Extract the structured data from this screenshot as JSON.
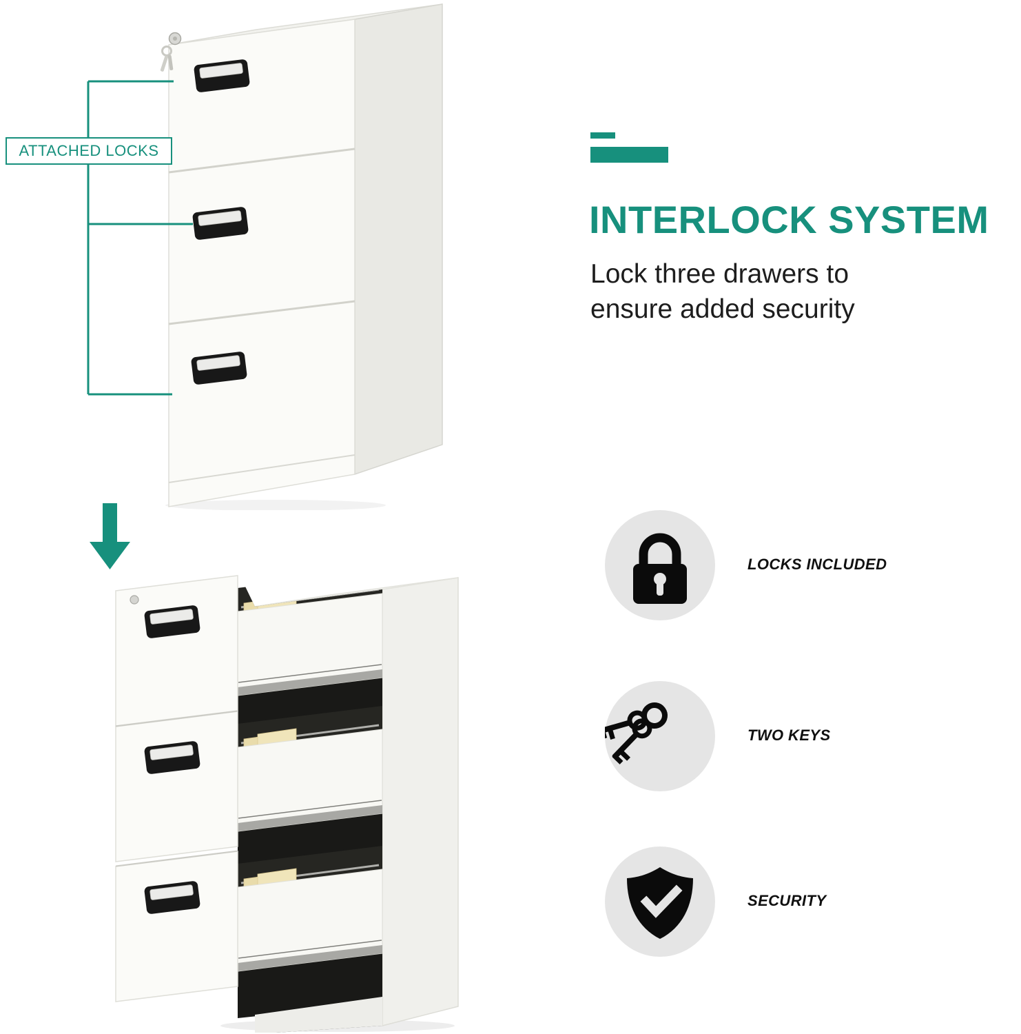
{
  "colors": {
    "accent": "#17907D",
    "feature_circle": "#E5E5E5",
    "icon": "#0B0B0B",
    "text": "#1D1D1D"
  },
  "left_panel": {
    "attached_locks_label": "ATTACHED LOCKS",
    "icons": [
      "down-arrow-icon",
      "lock-with-keys-icon"
    ]
  },
  "right_panel": {
    "heading": "INTERLOCK SYSTEM",
    "description": [
      "Lock three drawers to",
      "ensure added security"
    ],
    "features": [
      {
        "icon": "padlock-icon",
        "label": "LOCKS INCLUDED"
      },
      {
        "icon": "keys-icon",
        "label": "TWO KEYS"
      },
      {
        "icon": "shield-check-icon",
        "label": "SECURITY"
      }
    ]
  }
}
